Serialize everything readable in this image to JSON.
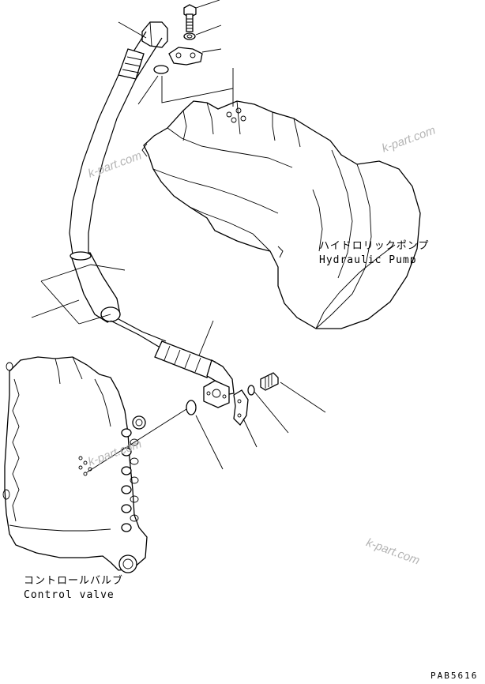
{
  "labels": {
    "pump_jp": "ハイドロリックポンプ",
    "pump_en": "Hydraulic Pump",
    "valve_jp": "コントロールバルブ",
    "valve_en": "Control valve",
    "code": "PAB5616"
  },
  "watermark": "k-part.com"
}
